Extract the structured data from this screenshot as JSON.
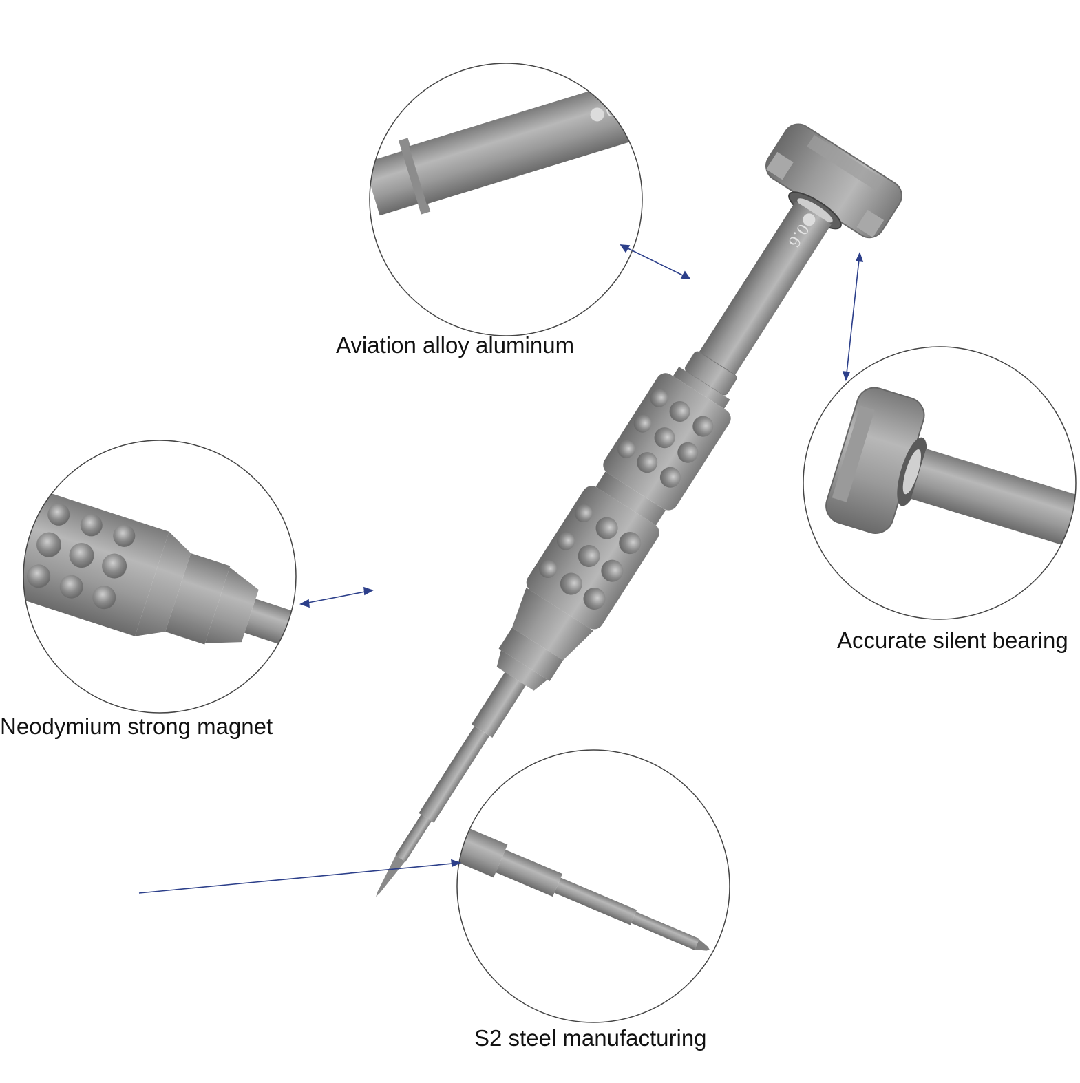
{
  "colors": {
    "background": "#ffffff",
    "metal_dark": "#6f6f6f",
    "metal_mid": "#8e8e8e",
    "metal_light": "#b9b9b9",
    "leader_line": "#2c3f8a",
    "circle_stroke": "#444444"
  },
  "engraving": "0.6",
  "callouts": {
    "aluminum": "Aviation alloy aluminum",
    "bearing": "Accurate silent bearing",
    "magnet": "Neodymium strong magnet",
    "steel": "S2 steel manufacturing"
  }
}
